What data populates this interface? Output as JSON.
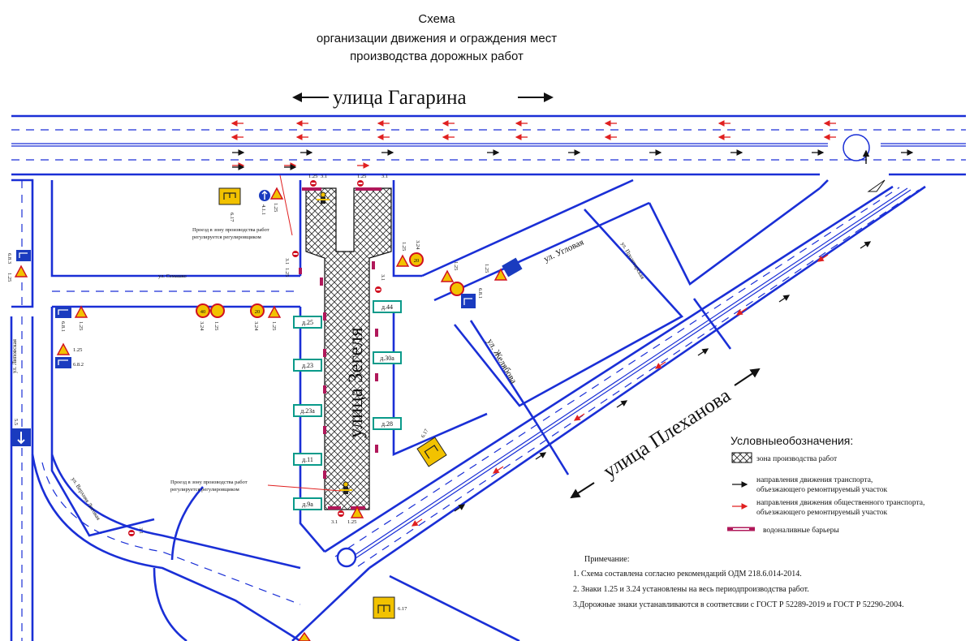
{
  "title": {
    "line1": "Схема",
    "line2": "организации движения и ограждения мест",
    "line3": "производства дорожных работ"
  },
  "streets": {
    "gagarina": "улица Гагарина",
    "plekhanova": "улица Плеханова",
    "zegelya": "улица Зегеля",
    "uglovaya": "ул. Угловая",
    "semashko": "ул. Семашко",
    "lipovskaya": "ул. Липовская",
    "proletarskaya": "ул. Пролетарская",
    "zhelyabova": "ул. Желябова",
    "verkhnyaya_logovaya": "ул. Верхняя Логовая"
  },
  "houses": [
    "д.25",
    "д.23",
    "д.23а",
    "д.11",
    "д.9а",
    "д.44",
    "д.30а",
    "д.28"
  ],
  "notes_regulator": {
    "top": [
      "Проезд в зону производства работ",
      "регулируется регулировщиком"
    ],
    "bottom": [
      "Проезд в зону производства работ",
      "регулируется регулировщиком"
    ]
  },
  "sign_codes": {
    "s125": "1.25",
    "s31": "3.1",
    "s324": "3.24",
    "s617": "6.17",
    "s411": "4.1.1",
    "s681": "6.8.1",
    "s682": "6.8.2",
    "s683": "6.8.3",
    "s55": "5.5",
    "v20": "20",
    "v40": "40"
  },
  "legend": {
    "heading": "Условныеобозначения:",
    "items": [
      {
        "label": "зона производства работ"
      },
      {
        "label_line1": "направления движения транспорта,",
        "label_line2": "объезжающего ремонтируемый участок",
        "color": "#111111"
      },
      {
        "label_line1": "направления движения общественного транспорта,",
        "label_line2": "объезжающего ремонтируемый участок",
        "color": "#e02020"
      },
      {
        "label": "водоналивные барьеры",
        "color": "#b0185a"
      }
    ]
  },
  "notes": {
    "heading": "Примечание:",
    "items": [
      "1. Схема составлена согласно рекомендаций ОДМ 218.6.014-2014.",
      "2. Знаки 1.25 и 3.24 установлены на весь периодпроизводства работ.",
      "3.Дорожные знаки устанавливаются в соответсвии с  ГОСТ Р 52289-2019 и ГОСТ Р 52290-2004."
    ]
  },
  "colors": {
    "road": "#1a2fd6",
    "public_transport_arrow": "#e02020",
    "traffic_arrow": "#111111",
    "barrier": "#b0185a",
    "house_border": "#0a9a8a",
    "sign_yellow": "#f2c200"
  }
}
